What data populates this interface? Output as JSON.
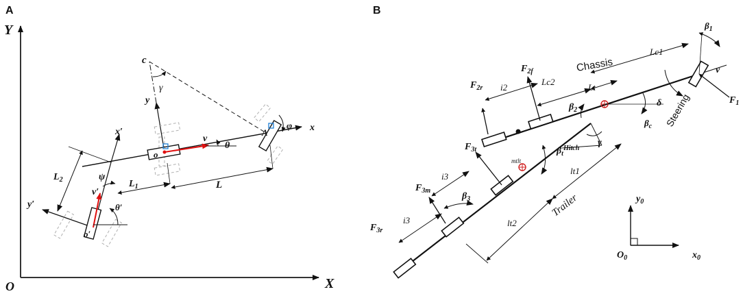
{
  "colors": {
    "ink": "#111111",
    "velocity": "#e01010",
    "ghost": "#b0b0b0",
    "right_angle": "#1f7fd6",
    "pivot": "#d02020"
  },
  "panel_a": {
    "panel_label": "A",
    "axis_x": "X",
    "axis_y": "Y",
    "origin": "O",
    "x_axis": "x",
    "y_axis": "y",
    "x_prime": "x′",
    "y_prime": "y′",
    "center_c": "c",
    "gamma": "γ",
    "point_A": "A",
    "phi": "φ",
    "o_front": "o",
    "o_rear": "o′",
    "v": "v",
    "v_prime": "v′",
    "theta": "θ",
    "theta_prime": "θ′",
    "psi": "ψ",
    "L": "L",
    "L1": "L",
    "L1_sub": "1",
    "L2": "L",
    "L2_sub": "2"
  },
  "panel_b": {
    "panel_label": "B",
    "chassis": "Chassis",
    "trailer": "Trailer",
    "steering": "Steering",
    "hitch": "Hitch",
    "F": "F",
    "F1_sub": "1",
    "F2f_sub": "2f",
    "F2r_sub": "2r",
    "F3t_sub": "3t",
    "F3m_sub": "3m",
    "F3r_sub": "3r",
    "i2": "i2",
    "i3a": "i3",
    "i3b": "i3",
    "Lc1": "Lc1",
    "Lc2": "Lc2",
    "Lt": "Lt",
    "lt1": "lt1",
    "lt2": "lt2",
    "beta": "β",
    "beta1_sub": "1",
    "beta2_sub": "2",
    "beta3_sub": "3",
    "betac_sub": "c",
    "betat_sub": "t",
    "gamma": "γ",
    "delta": "δ",
    "v": "v",
    "mass": "mtlt",
    "y0": "y",
    "y0_sub": "0",
    "x0": "x",
    "x0_sub": "0",
    "O0": "O",
    "O0_sub": "0"
  }
}
